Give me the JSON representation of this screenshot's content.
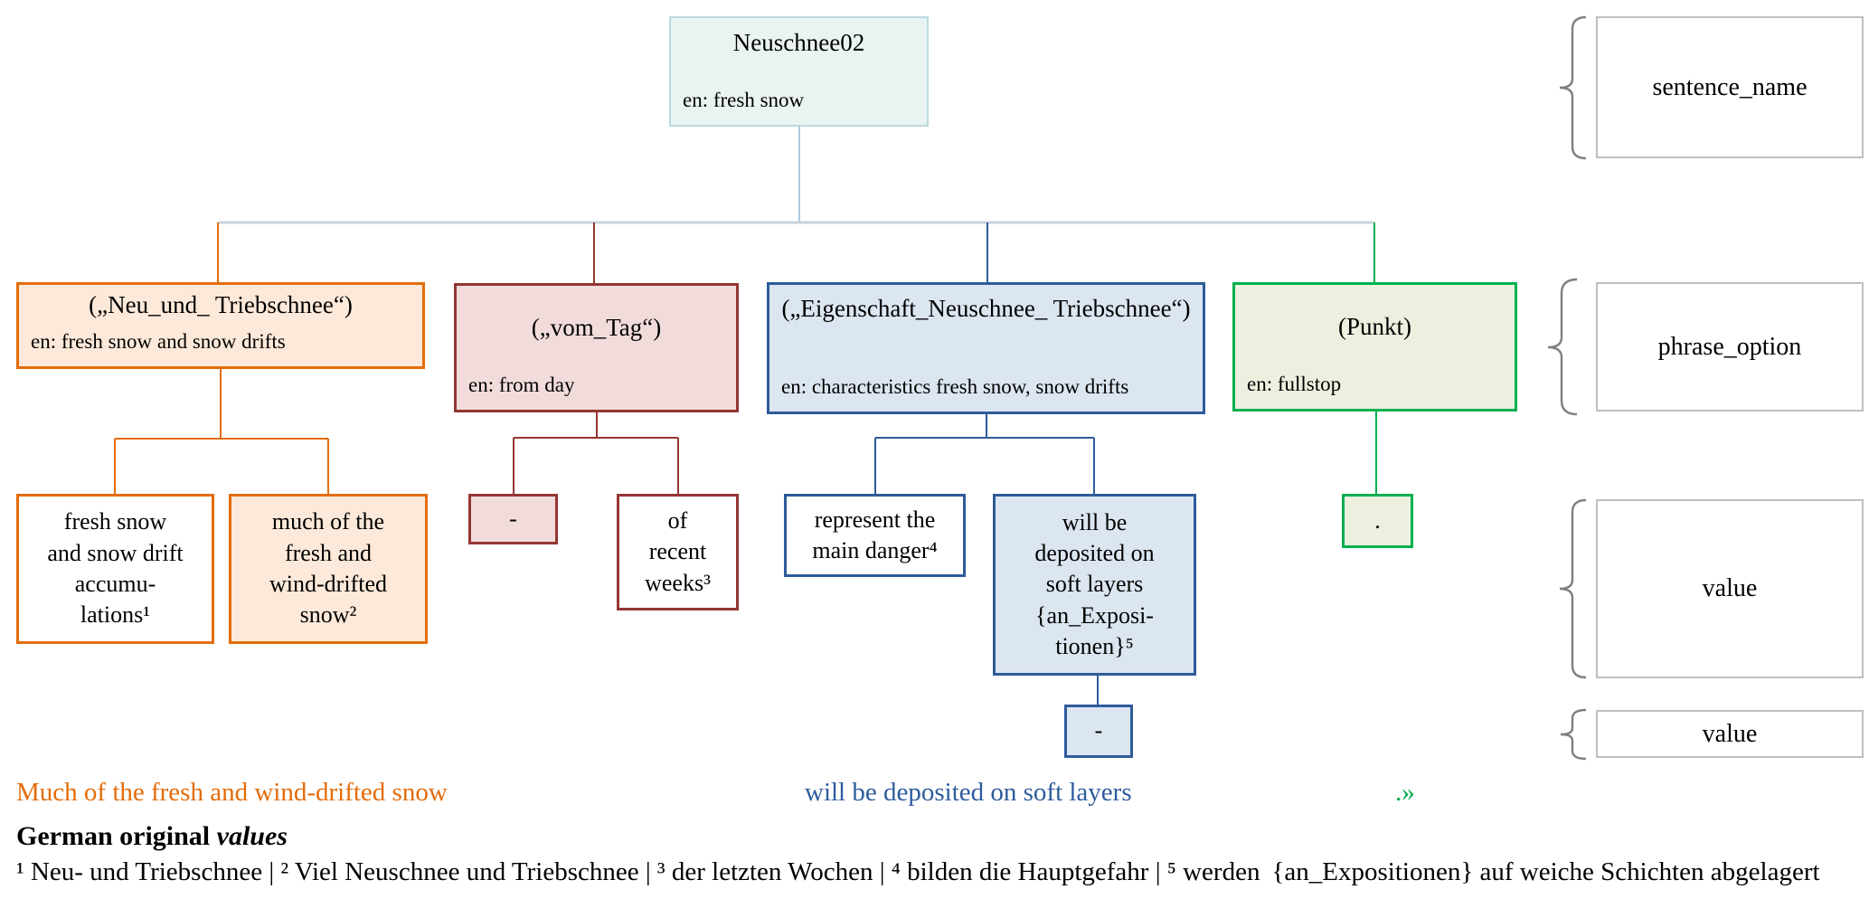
{
  "root": {
    "name": "Neuschnee02",
    "translation": "en: fresh snow"
  },
  "phrase_options": [
    {
      "title": "(„Neu_und_ Triebschnee“)",
      "translation": "en: fresh snow and snow drifts",
      "color": "#e36c0a",
      "fill": "#fde9d9"
    },
    {
      "title": "(„vom_Tag“)",
      "translation": "en: from day",
      "color": "#943634",
      "fill": "#f1dcdb"
    },
    {
      "title": "(„Eigenschaft_Neuschnee_ Triebschnee“)",
      "translation": "en: characteristics fresh snow, snow drifts",
      "color": "#2e5b9a",
      "fill": "#dce6f1"
    },
    {
      "title": "(Punkt)",
      "translation": "en: fullstop",
      "color": "#00b050",
      "fill": "#ebf1de"
    }
  ],
  "values": [
    {
      "lines": [
        "fresh snow",
        "and snow drift",
        "accumu-",
        "lations¹"
      ],
      "selected": false,
      "branch": "orange"
    },
    {
      "lines": [
        "much of the",
        "fresh and",
        "wind-drifted",
        "snow²"
      ],
      "selected": true,
      "branch": "orange"
    },
    {
      "lines": [
        "-"
      ],
      "selected": true,
      "branch": "red"
    },
    {
      "lines": [
        "of",
        "recent",
        "weeks³"
      ],
      "selected": false,
      "branch": "red"
    },
    {
      "lines": [
        "represent the",
        "main danger⁴"
      ],
      "selected": false,
      "branch": "blue"
    },
    {
      "lines": [
        "will be",
        "deposited on",
        "soft layers",
        "{an_Exposi-",
        "tionen}⁵"
      ],
      "selected": true,
      "branch": "blue"
    },
    {
      "lines": [
        "-"
      ],
      "selected": true,
      "branch": "blue-sub"
    },
    {
      "lines": [
        "."
      ],
      "selected": true,
      "branch": "green"
    }
  ],
  "legend_labels": [
    "sentence_name",
    "phrase_option",
    "value",
    "value"
  ],
  "result_sentence": {
    "fragments": [
      {
        "text": "Much of the fresh and wind-drifted snow",
        "color": "#e36c0a"
      },
      {
        "text": "will be deposited on soft layers",
        "color": "#2e5c9e"
      },
      {
        "text": ".»",
        "color": "#00a94a"
      }
    ]
  },
  "german_original": {
    "heading_bold": "German original ",
    "heading_italic": "values",
    "footnotes": "¹ Neu- und Triebschnee | ² Viel Neuschnee und Triebschnee | ³ der letzten Wochen | ⁴ bilden die Hauptgefahr | ⁵ werden  {an_Expositionen} auf weiche Schichten abgelagert"
  },
  "palette": {
    "root_fill": "#e9f3f2",
    "root_border": "#bcd9df",
    "connector_main": "#c9d3dc",
    "connector_root_drop": "#afc8dc",
    "legend_border": "#bfbfbf",
    "brace": "#7f7f7f",
    "orange": "#e36c0a",
    "dark_red": "#943634",
    "blue": "#2e5b9a",
    "green": "#00b050"
  }
}
